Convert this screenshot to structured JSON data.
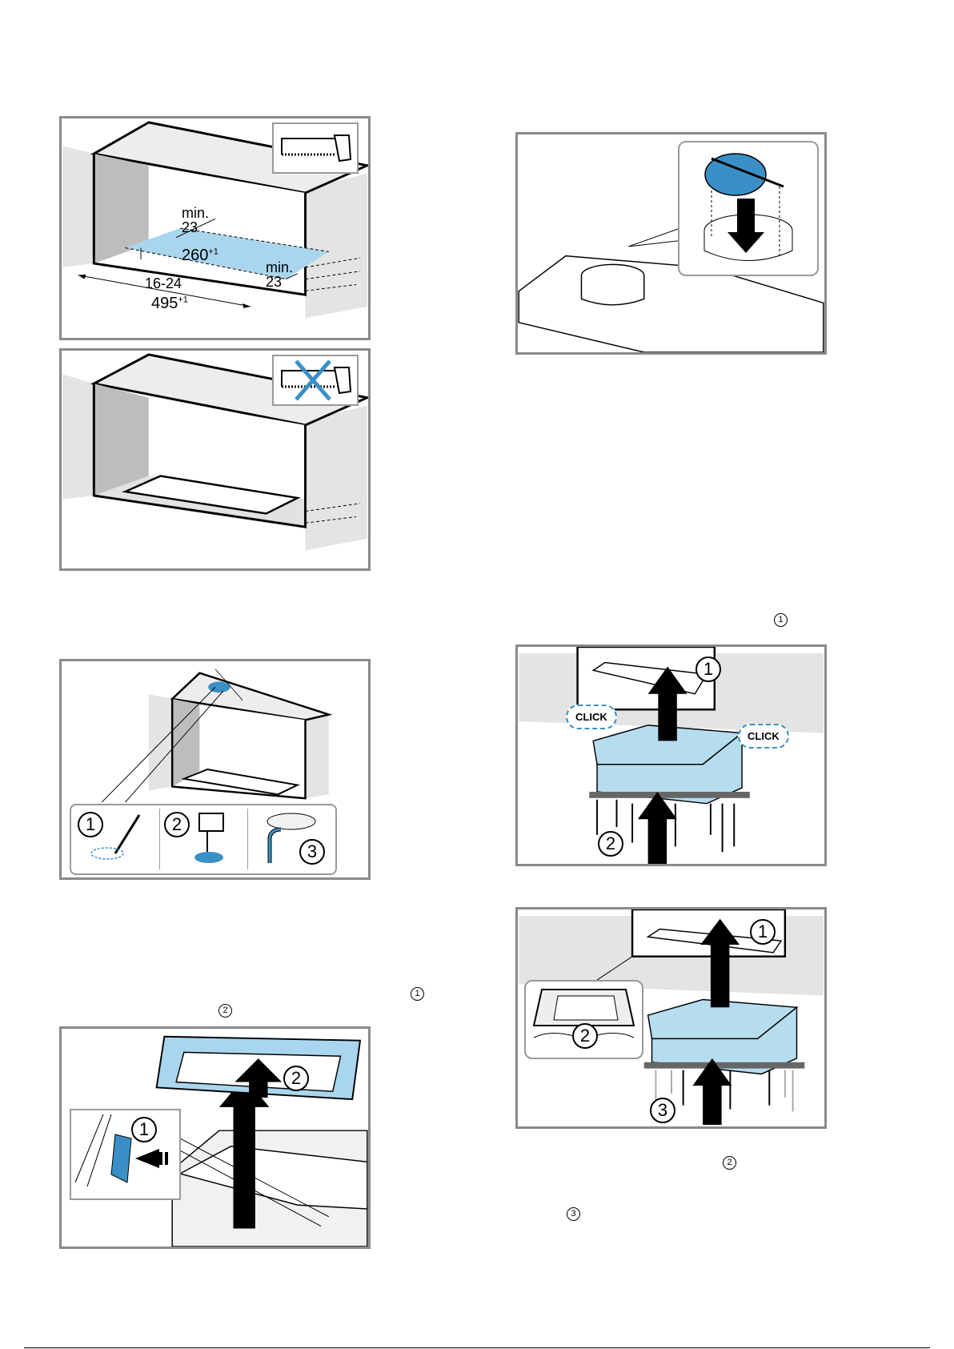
{
  "panel_a": {
    "min_left": "min.",
    "dim_23_left": "23",
    "dim_260": "260",
    "sup_260": "+1",
    "min_right": "min.",
    "dim_23_right": "23",
    "dim_16_24": "16-24",
    "dim_495": "495",
    "sup_495": "+1",
    "icon": "saw-icon"
  },
  "panel_b": {
    "icon": "no-saw-icon"
  },
  "panel_c": {
    "step1": "1",
    "step2": "2",
    "step3": "3"
  },
  "panel_d": {
    "step1": "1",
    "step2": "2"
  },
  "panel_e": {
    "icon": "flap-icon"
  },
  "panel_f": {
    "step1": "1",
    "step2": "2",
    "click_left": "CLICK",
    "click_right": "CLICK"
  },
  "panel_g": {
    "step1": "1",
    "step2": "2",
    "step3": "3"
  },
  "inline_refs": {
    "ref_f": "1",
    "ref_d1": "1",
    "ref_d2": "2",
    "ref_g2": "2",
    "ref_g3": "3"
  },
  "colors": {
    "frame": "#8a8a8a",
    "accent_blue": "#a9d6ee",
    "accent_dark_blue": "#3a8fc6",
    "hood_blue": "#b6dcef"
  }
}
